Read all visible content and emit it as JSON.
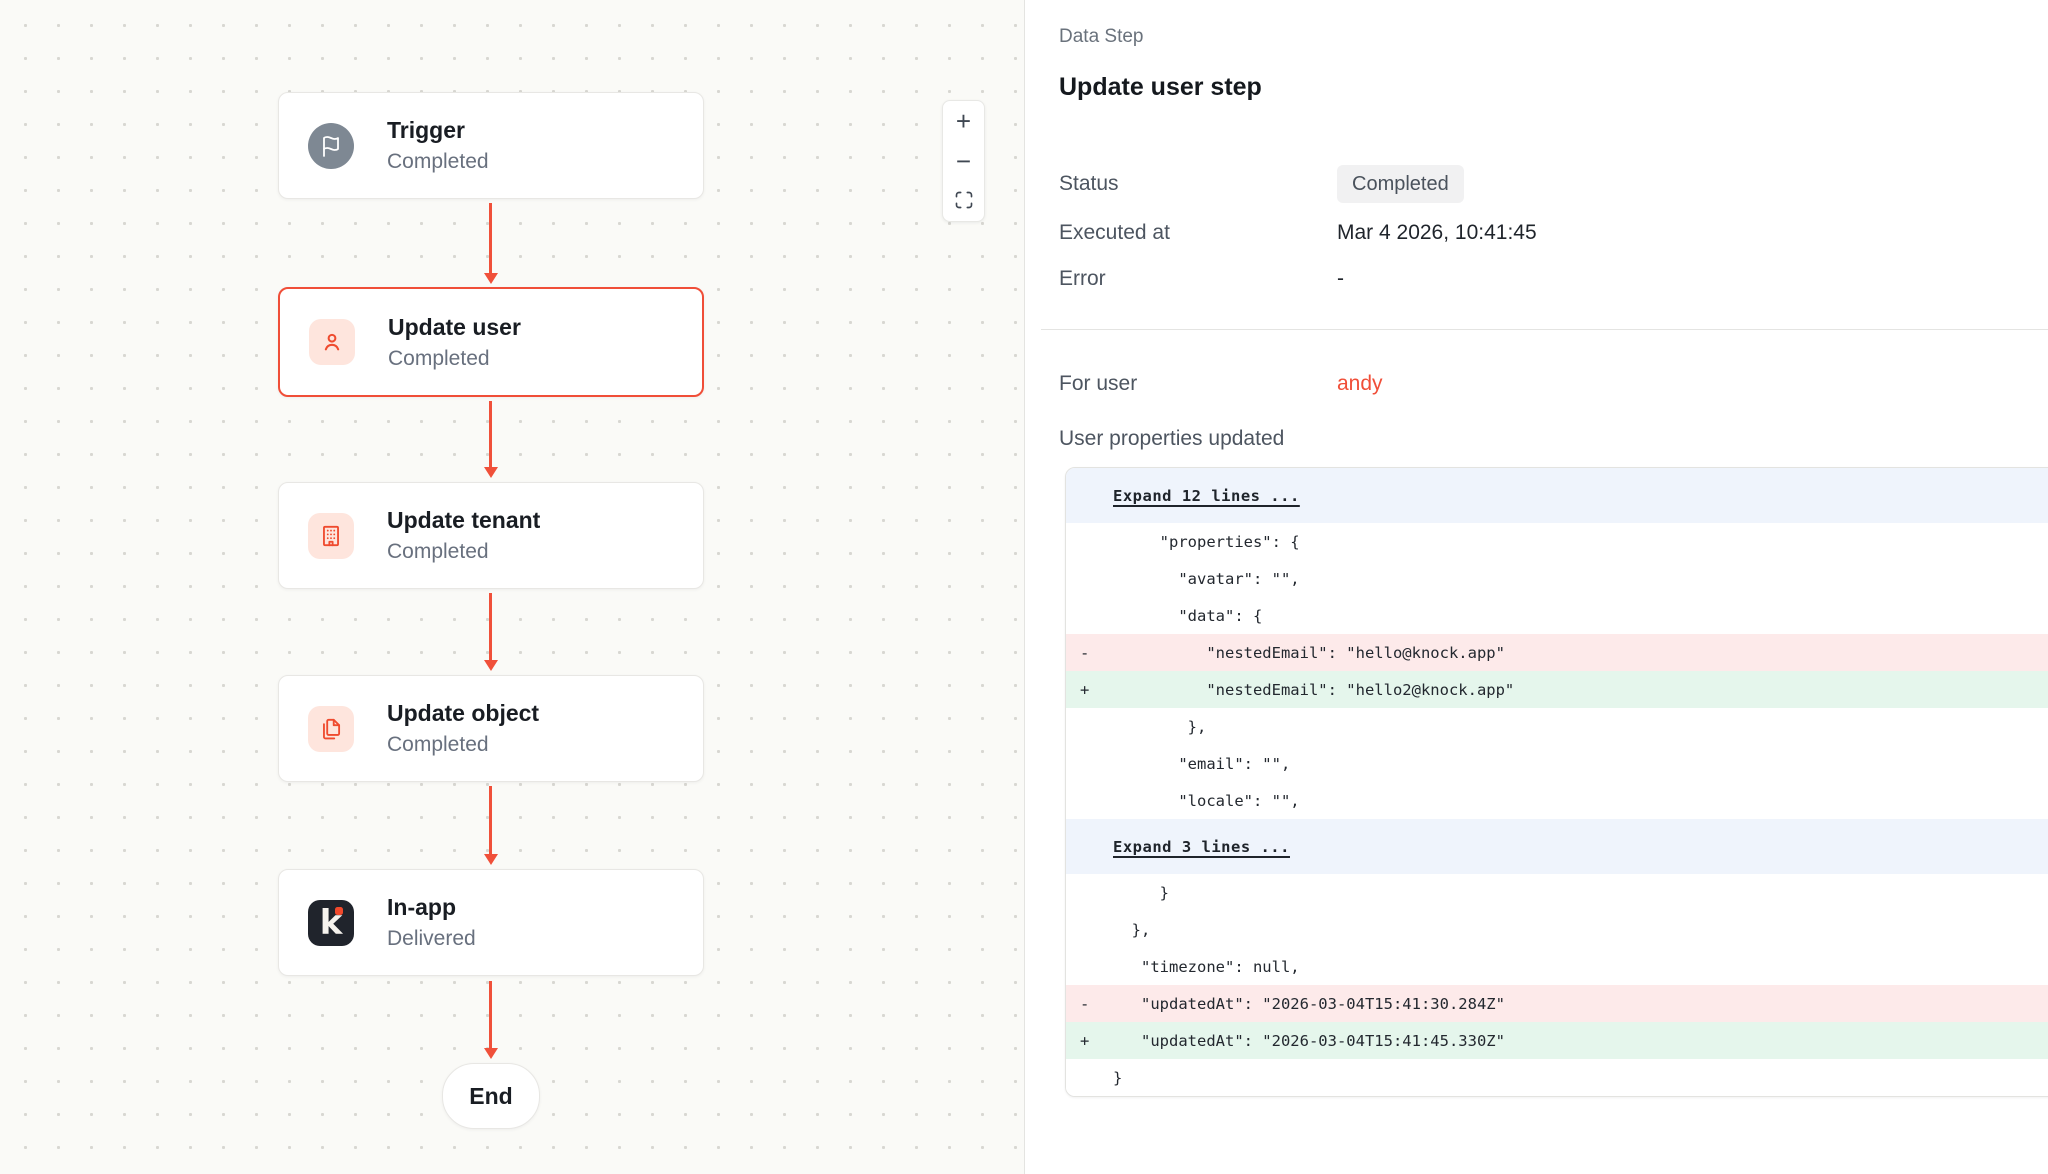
{
  "canvas": {
    "nodes": [
      {
        "id": "trigger",
        "title": "Trigger",
        "status": "Completed",
        "icon": "flag-icon",
        "selected": false
      },
      {
        "id": "update-user",
        "title": "Update user",
        "status": "Completed",
        "icon": "user-icon",
        "selected": true
      },
      {
        "id": "update-tenant",
        "title": "Update tenant",
        "status": "Completed",
        "icon": "building-icon",
        "selected": false
      },
      {
        "id": "update-object",
        "title": "Update object",
        "status": "Completed",
        "icon": "copy-icon",
        "selected": false
      },
      {
        "id": "in-app",
        "title": "In-app",
        "status": "Delivered",
        "icon": "knock-icon",
        "selected": false
      }
    ],
    "end_label": "End",
    "zoom_controls": {
      "zoom_in": "+",
      "zoom_out": "−",
      "fit_icon": "fit-view-icon"
    }
  },
  "panel": {
    "kicker": "Data Step",
    "title": "Update user step",
    "fields": {
      "status": {
        "label": "Status",
        "value": "Completed"
      },
      "executed_at": {
        "label": "Executed at",
        "value": "Mar 4 2026, 10:41:45"
      },
      "error": {
        "label": "Error",
        "value": "-"
      }
    },
    "for_user": {
      "label": "For user",
      "value": "andy"
    },
    "diff_title": "User properties updated",
    "diff_rows": [
      {
        "type": "expand",
        "gutter": "",
        "text": "Expand 12 lines ..."
      },
      {
        "type": "ctx",
        "gutter": "",
        "text": "     \"properties\": {"
      },
      {
        "type": "ctx",
        "gutter": "",
        "text": "       \"avatar\": \"\","
      },
      {
        "type": "ctx",
        "gutter": "",
        "text": "       \"data\": {"
      },
      {
        "type": "del",
        "gutter": "-",
        "text": "          \"nestedEmail\": \"hello@knock.app\""
      },
      {
        "type": "add",
        "gutter": "+",
        "text": "          \"nestedEmail\": \"hello2@knock.app\""
      },
      {
        "type": "ctx",
        "gutter": "",
        "text": "        },"
      },
      {
        "type": "ctx",
        "gutter": "",
        "text": "       \"email\": \"\","
      },
      {
        "type": "ctx",
        "gutter": "",
        "text": "       \"locale\": \"\","
      },
      {
        "type": "expand",
        "gutter": "",
        "text": "Expand 3 lines ..."
      },
      {
        "type": "ctx",
        "gutter": "",
        "text": "     }"
      },
      {
        "type": "ctx",
        "gutter": "",
        "text": "  },"
      },
      {
        "type": "ctx",
        "gutter": "",
        "text": "   \"timezone\": null,"
      },
      {
        "type": "del",
        "gutter": "-",
        "text": "   \"updatedAt\": \"2026-03-04T15:41:30.284Z\""
      },
      {
        "type": "add",
        "gutter": "+",
        "text": "   \"updatedAt\": \"2026-03-04T15:41:45.330Z\""
      },
      {
        "type": "ctx",
        "gutter": "",
        "text": "}"
      }
    ]
  },
  "colors": {
    "accent_red": "#f04e38",
    "diff_del_bg": "#fdeaea",
    "diff_add_bg": "#e5f6ec",
    "diff_expand_bg": "#eff4fc",
    "canvas_bg": "#fafaf7",
    "knock_tile_bg": "#20242c",
    "trigger_icon_bg": "#7e8893",
    "step_icon_bg": "#fee5dd",
    "badge_bg": "#f1f1f2"
  }
}
